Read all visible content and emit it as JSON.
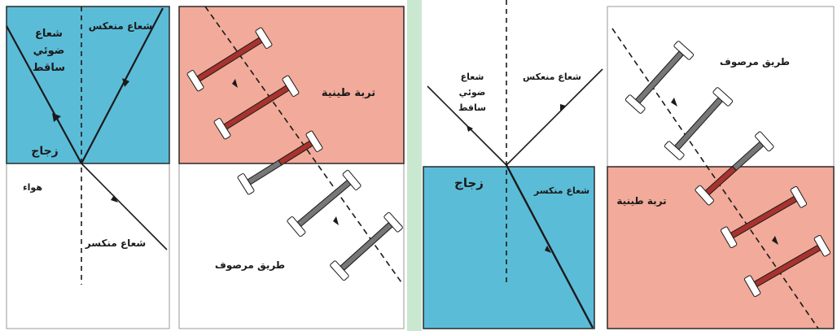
{
  "colors": {
    "glass": "#5bbcd8",
    "clay": "#f2aa9a",
    "divider": "#c9e8cf",
    "line": "#1a1a1a",
    "axle_on_clay": "#a8332e",
    "axle_on_paved": "#777777"
  },
  "left_panel": {
    "ray_diagram": {
      "incident_label": [
        "شعاع",
        "ضوئي",
        "ساقط"
      ],
      "reflected_label": "شعاع منعكس",
      "glass_label": "زجاج",
      "air_label": "هواء",
      "refracted_label": "شعاع منكسر"
    },
    "wheels_diagram": {
      "clay_label": "تربة  طينية",
      "paved_label": "طريق  مرصوف"
    }
  },
  "right_panel": {
    "ray_diagram": {
      "incident_label": [
        "شعاع",
        "ضوئي",
        "ساقط"
      ],
      "reflected_label": "شعاع منعكس",
      "glass_label": "زجاج",
      "refracted_label": "شعاع منكسر"
    },
    "wheels_diagram": {
      "paved_label": "طريق  مرصوف",
      "clay_label": "تربة  طينية"
    }
  }
}
